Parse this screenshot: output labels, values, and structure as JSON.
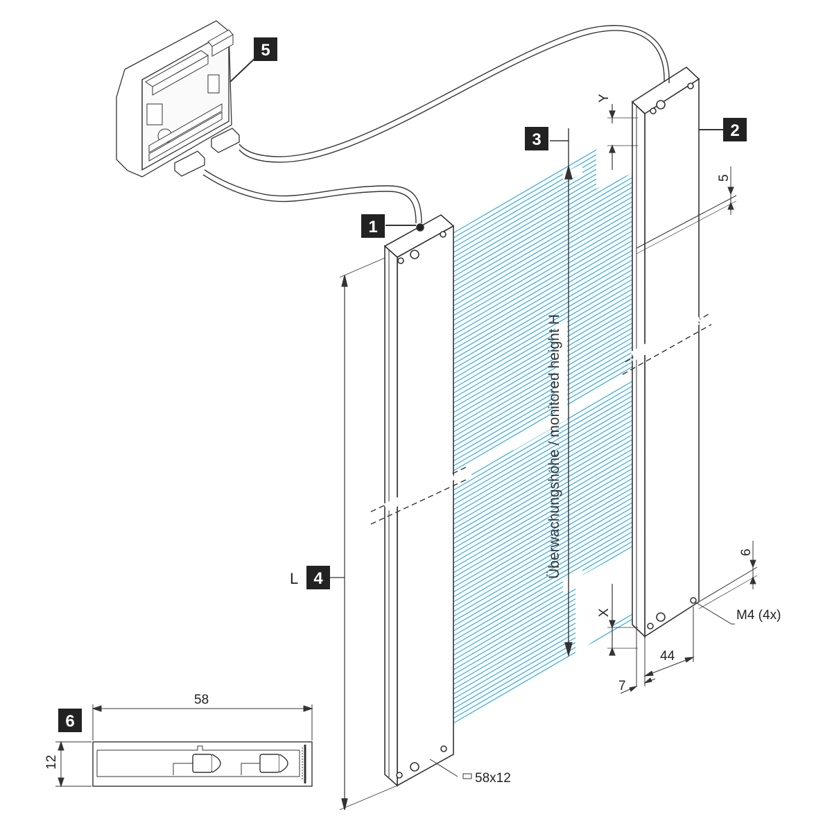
{
  "callouts": {
    "c1": "1",
    "c2": "2",
    "c3": "3",
    "c4": "4",
    "c5": "5",
    "c6": "6"
  },
  "labels": {
    "monitored_height": "Überwachungshöhe / monitored height H",
    "length_L": "L",
    "dim_Y": "Y",
    "dim_X": "X",
    "dim_5": "5",
    "dim_6": "6",
    "dim_44": "44",
    "dim_7": "7",
    "dim_58": "58",
    "dim_12": "12",
    "mount": "M4 (4x)",
    "profile": "58x12"
  },
  "colors": {
    "beam": "#3aaee0",
    "badge": "#222222",
    "line": "#333333"
  }
}
